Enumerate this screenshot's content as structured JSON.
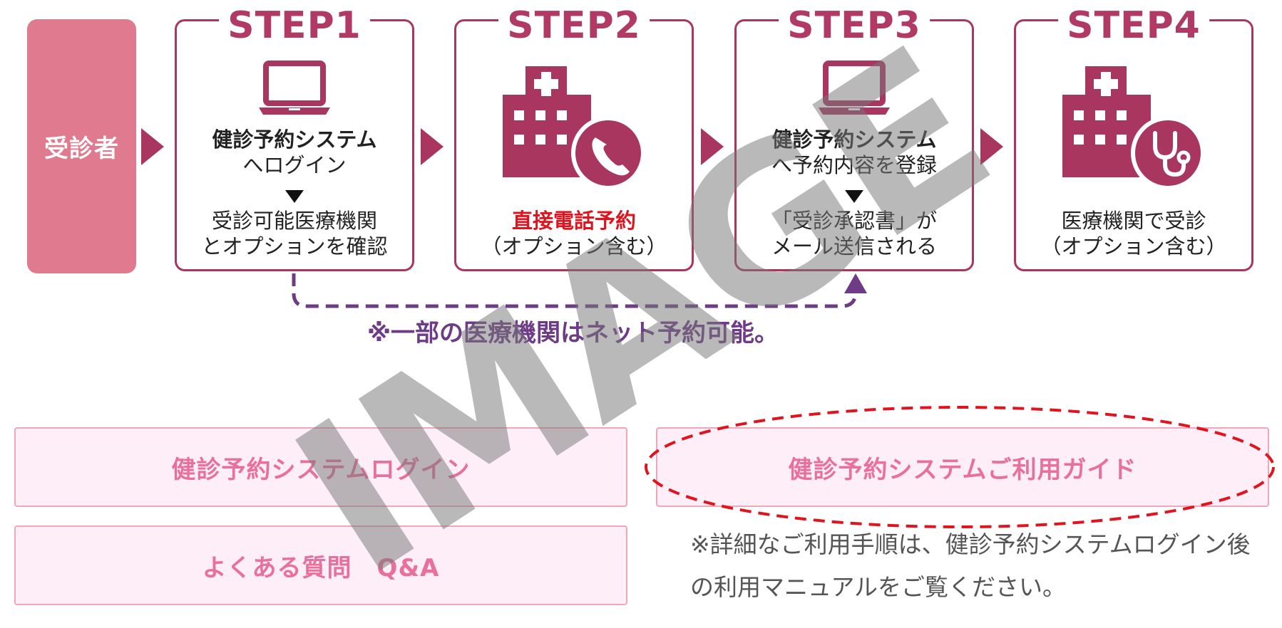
{
  "patient": {
    "label": "受診者"
  },
  "steps": [
    {
      "title": "STEP1",
      "lines_top": [
        "健診予約システム",
        "へログイン"
      ],
      "lines_bottom": [
        "受診可能医療機関",
        "とオプションを確認"
      ]
    },
    {
      "title": "STEP2",
      "lines_bottom": [
        "直接電話予約",
        "（オプション含む）"
      ]
    },
    {
      "title": "STEP3",
      "lines_top": [
        "健診予約システム",
        "へ予約内容を登録"
      ],
      "lines_bottom": [
        "「受診承認書」が",
        "メール送信される"
      ]
    },
    {
      "title": "STEP4",
      "lines_bottom": [
        "医療機関で受診",
        "（オプション含む）"
      ]
    }
  ],
  "net_note": "※一部の医療機関はネット予約可能。",
  "buttons": {
    "login": "健診予約システムログイン",
    "guide": "健診予約システムご利用ガイド",
    "faq": "よくある質問　Q&A"
  },
  "guide_note": "※詳細なご利用手順は、健診予約システムログイン後の利用マニュアルをご覧ください。",
  "watermark": "IMAGE",
  "colors": {
    "accent": "#a8365e",
    "patient_box": "#e07b8f",
    "step_title": "#b03a63",
    "red_text": "#e0141e",
    "purple": "#6e3b86",
    "button_bg": "#fdeef8",
    "button_text": "#e8709a",
    "ellipse": "#e0141e"
  },
  "icons": {
    "step1": "laptop-icon",
    "step2": "hospital-phone-icon",
    "step3": "laptop-icon",
    "step4": "hospital-stethoscope-icon"
  }
}
